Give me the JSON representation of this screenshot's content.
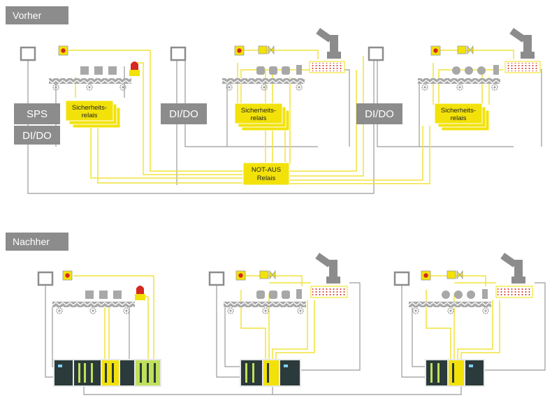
{
  "sections": {
    "before": {
      "label": "Vorher"
    },
    "after": {
      "label": "Nachher"
    }
  },
  "labels": {
    "sps": "SPS",
    "dido": "DI/DO",
    "safety_relay_line1": "Sicherheits-",
    "safety_relay_line2": "relais",
    "estop_relay_line1": "NOT-AUS",
    "estop_relay_line2": "Relais"
  },
  "colors": {
    "yellow": "#f2e20a",
    "yellow_line": "#f0e33a",
    "gray_box": "#8c8c8c",
    "line_gray": "#9a9a9a",
    "red": "#d6281e",
    "belt": "#a8a8a8",
    "module_dark": "#2b3a3a",
    "module_green": "#bfe05a"
  }
}
